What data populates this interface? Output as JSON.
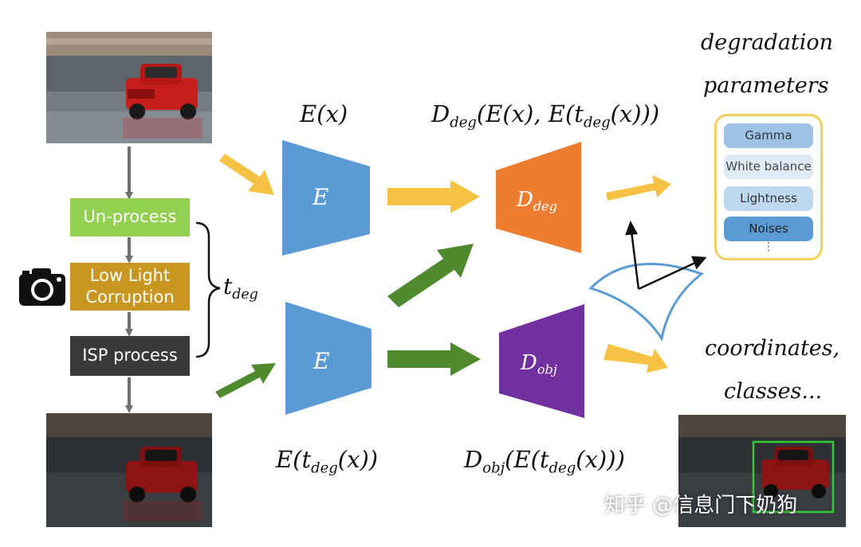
{
  "pipeline": {
    "unprocess_label": "Un-process",
    "corruption_label_line1": "Low Light",
    "corruption_label_line2": "Corruption",
    "isp_label": "ISP process",
    "tdeg_symbol": "t",
    "tdeg_sub": "deg",
    "camera_icon": "camera-icon"
  },
  "encoders": {
    "top_label": "E",
    "bottom_label": "E",
    "top_formula": "E(x)",
    "bottom_formula_prefix": "E(t",
    "bottom_formula_sub": "deg",
    "bottom_formula_suffix": "(x))"
  },
  "decoders": {
    "deg_symbol": "D",
    "deg_sub": "deg",
    "obj_symbol": "D",
    "obj_sub": "obj",
    "deg_formula_prefix": "D",
    "deg_formula_sub": "deg",
    "deg_formula_mid": "(E(x), E(t",
    "deg_formula_sub2": "deg",
    "deg_formula_suffix": "(x)))",
    "obj_formula_prefix": "D",
    "obj_formula_sub": "obj",
    "obj_formula_mid": "(E(t",
    "obj_formula_sub2": "deg",
    "obj_formula_suffix": "(x)))"
  },
  "outputs": {
    "degradation_line1": "degradation",
    "degradation_line2": "parameters",
    "parameters": [
      "Gamma",
      "White balance",
      "Lightness",
      "Noises"
    ],
    "more_symbol": "⋮",
    "coordinates_line1": "coordinates,",
    "coordinates_line2": "classes..."
  },
  "watermark": "知乎 @信息门下奶狗",
  "colors": {
    "encoder_blue": "#5b9bd5",
    "decoder_orange": "#ed7d31",
    "decoder_purple": "#7030a0",
    "arrow_yellow": "#f6c244",
    "arrow_green": "#4f8a2f",
    "unprocess_green": "#92d050",
    "corruption_gold": "#c9961f",
    "isp_dark": "#3a3a3a",
    "param_border": "#f0d060",
    "manifold_blue": "#5b9bd5",
    "detection_box": "#33cc33"
  }
}
